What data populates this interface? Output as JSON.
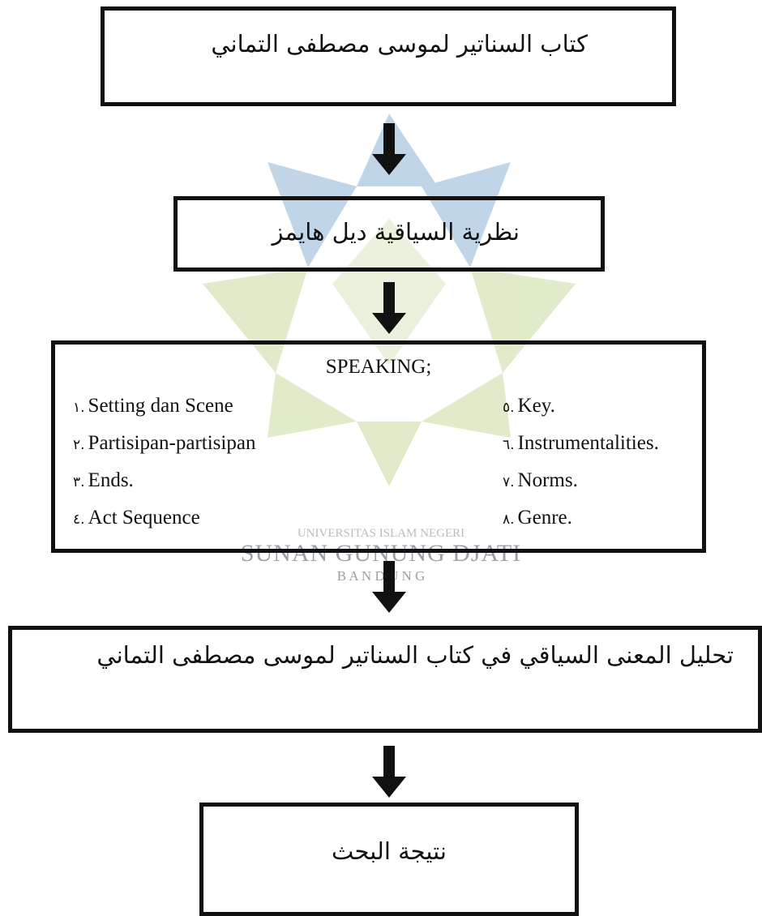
{
  "watermark": {
    "line1": "UNIVERSITAS ISLAM NEGERI",
    "line2": "SUNAN GUNUNG DJATI",
    "line3": "B A N D U N G",
    "colors": {
      "blue": "#8fb4d6",
      "green": "#c9dca0",
      "gray": "#9aa0a8"
    }
  },
  "flow": {
    "step1": "كتاب السناتير لموسى مصطفى التماني",
    "step2": "نظرية السياقية ديل هايمز",
    "step3": {
      "title": "SPEAKING;",
      "items_left": [
        {
          "num": "١.",
          "label": "Setting dan Scene"
        },
        {
          "num": "٢.",
          "label": "Partisipan-partisipan"
        },
        {
          "num": "٣.",
          "label": "Ends."
        },
        {
          "num": "٤.",
          "label": "Act Sequence"
        }
      ],
      "items_right": [
        {
          "num": "٥.",
          "label": "Key."
        },
        {
          "num": "٦.",
          "label": "Instrumentalities."
        },
        {
          "num": "٧.",
          "label": "Norms."
        },
        {
          "num": "٨.",
          "label": "Genre."
        }
      ]
    },
    "step4": "تحليل المعنى السياقي في كتاب السناتير لموسى مصطفى التماني",
    "step5": "نتيجة البحث",
    "arrow_icon": "arrow-down-icon"
  }
}
